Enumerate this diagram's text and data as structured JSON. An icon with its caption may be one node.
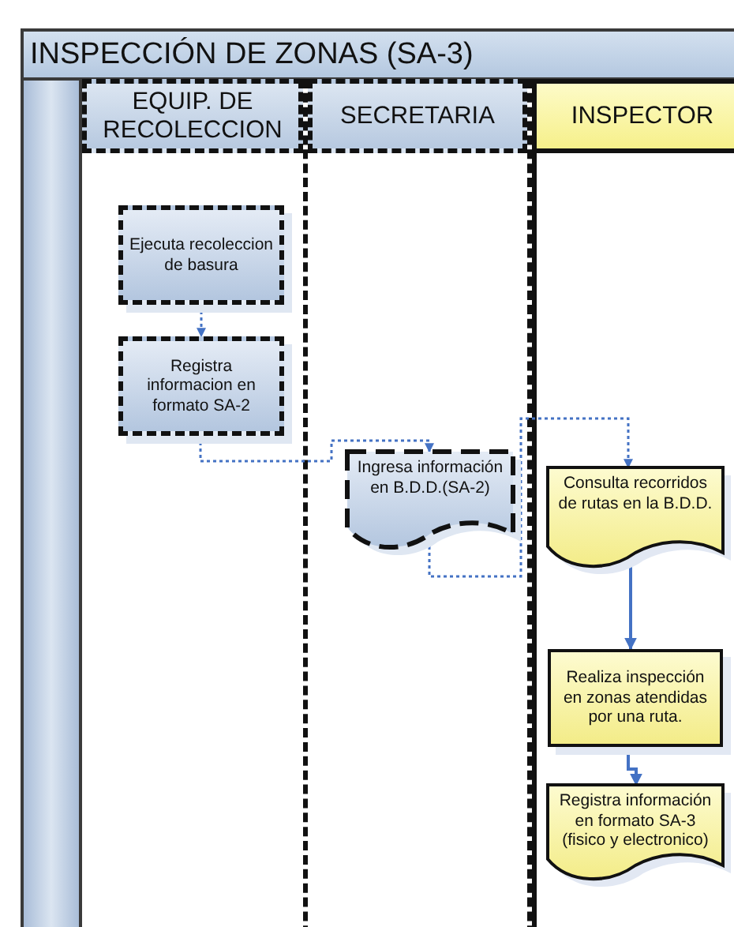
{
  "diagram": {
    "title": "INSPECCIÓN DE ZONAS (SA-3)",
    "nodes": [
      {
        "text": [
          "EQUIP. DE RECOLECCION"
        ]
      },
      {
        "text": [
          "SECRETARIA"
        ]
      },
      {
        "text": [
          "INSPECTOR"
        ]
      },
      {
        "text": [
          "Ejecuta recoleccion de basura"
        ],
        "in": 0
      },
      {
        "text": [
          "Registra informacion en formato SA-2"
        ],
        "in": 0
      },
      {
        "text": [
          "Ingresa información en B.D.D.(SA-2)"
        ],
        "in": 1
      },
      {
        "text": [
          "Consulta recorridos de rutas en la B.D.D."
        ],
        "in": 2
      },
      {
        "text": [
          "Realiza inspección en zonas atendidas por una ruta."
        ],
        "in": 2
      },
      {
        "text": [
          "Registra información en formato SA-3 (fisico y electronico)"
        ],
        "in": 2
      }
    ],
    "edges": [
      {
        "from": 3,
        "to": 4,
        "arrow": "to",
        "style": "dashed"
      },
      {
        "from": 4,
        "to": 5,
        "arrow": "to",
        "style": "dashed"
      },
      {
        "from": 5,
        "to": 6,
        "arrow": "to",
        "style": "dashed"
      },
      {
        "from": 6,
        "to": 7,
        "arrow": "to"
      },
      {
        "from": 7,
        "to": 8,
        "arrow": "to"
      }
    ]
  }
}
